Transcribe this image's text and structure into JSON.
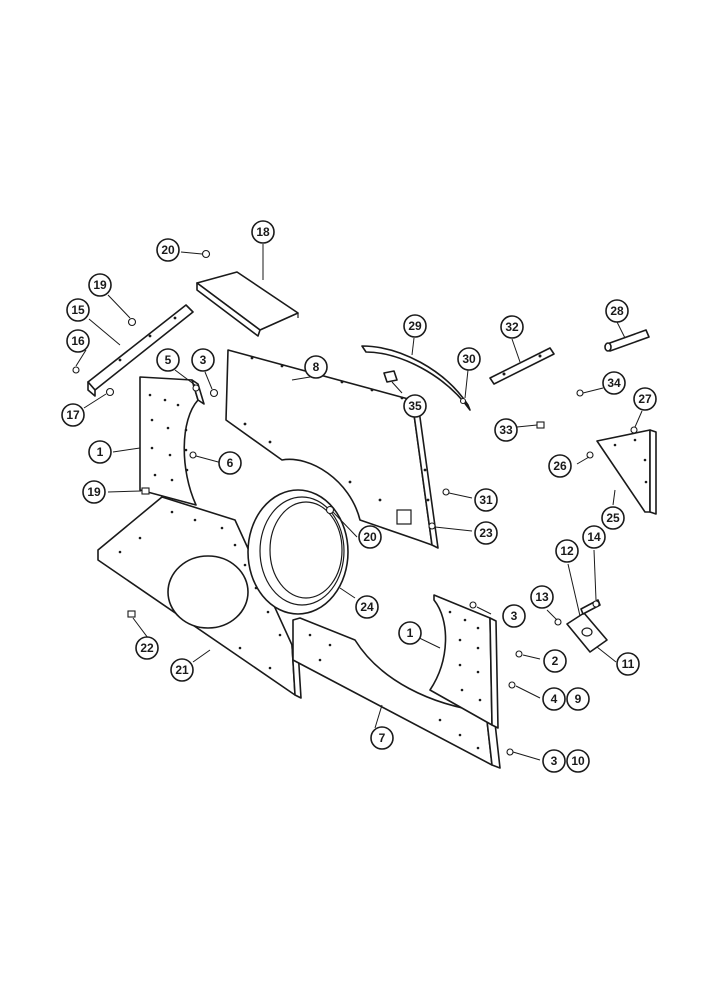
{
  "callouts": {
    "c1a": "1",
    "c1b": "1",
    "c2": "2",
    "c3a": "3",
    "c3b": "3",
    "c3c": "3",
    "c4": "4",
    "c5": "5",
    "c6": "6",
    "c7": "7",
    "c8": "8",
    "c9": "9",
    "c10": "10",
    "c11": "11",
    "c12": "12",
    "c13": "13",
    "c14": "14",
    "c15": "15",
    "c16": "16",
    "c17": "17",
    "c18": "18",
    "c19a": "19",
    "c19b": "19",
    "c20a": "20",
    "c20b": "20",
    "c21": "21",
    "c22": "22",
    "c23": "23",
    "c24": "24",
    "c25": "25",
    "c26": "26",
    "c27": "27",
    "c28": "28",
    "c29": "29",
    "c30": "30",
    "c31": "31",
    "c32": "32",
    "c33": "33",
    "c34": "34",
    "c35": "35"
  }
}
